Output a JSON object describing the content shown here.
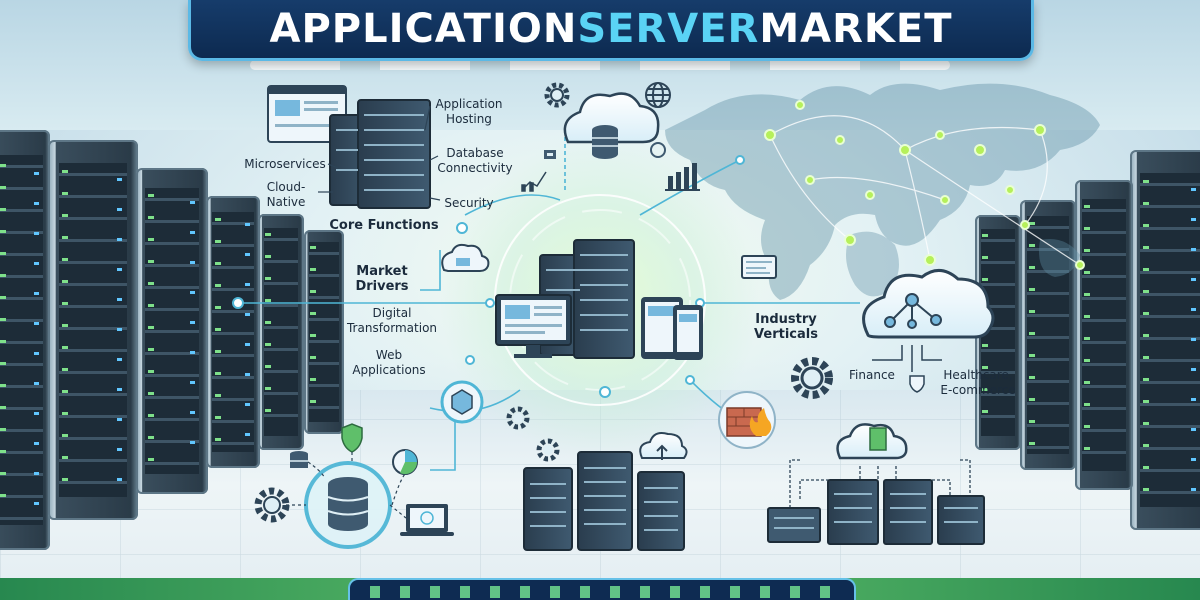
{
  "title": {
    "part1": "APPLICATION ",
    "part2": "SERVER",
    "part3": " MARKET"
  },
  "core_functions": {
    "heading": "Core Functions",
    "items": {
      "application_hosting": [
        "Application",
        "Hosting"
      ],
      "database_connectivity": [
        "Database",
        "Connectivity"
      ],
      "security": "Security",
      "microservices": "Microservices",
      "cloud_native": [
        "Cloud-",
        "Native"
      ]
    }
  },
  "market_drivers": {
    "heading": [
      "Market",
      "Drivers"
    ],
    "items": {
      "digital_transformation": [
        "Digital",
        "Transformation"
      ],
      "web_applications": [
        "Web",
        "Applications"
      ]
    }
  },
  "industry_verticals": {
    "heading": [
      "Industry",
      "Verticals"
    ],
    "items": {
      "finance": "Finance",
      "healthcare": "Healthcare,",
      "ecommerce": "E-commerce"
    }
  },
  "colors": {
    "title_bg": "#0d2a50",
    "title_accent": "#5ad3f5",
    "connector": "#4fb6d6",
    "node_glow": "#b6f05a",
    "map_dots": "#3f6f86"
  },
  "icons": [
    "gear-icon",
    "cloud-database-icon",
    "globe-icon",
    "bar-chart-icon",
    "lock-icon",
    "shield-icon",
    "firewall-icon",
    "laptop-icon",
    "database-icon",
    "pie-chart-icon",
    "cloud-network-icon",
    "document-icon"
  ]
}
